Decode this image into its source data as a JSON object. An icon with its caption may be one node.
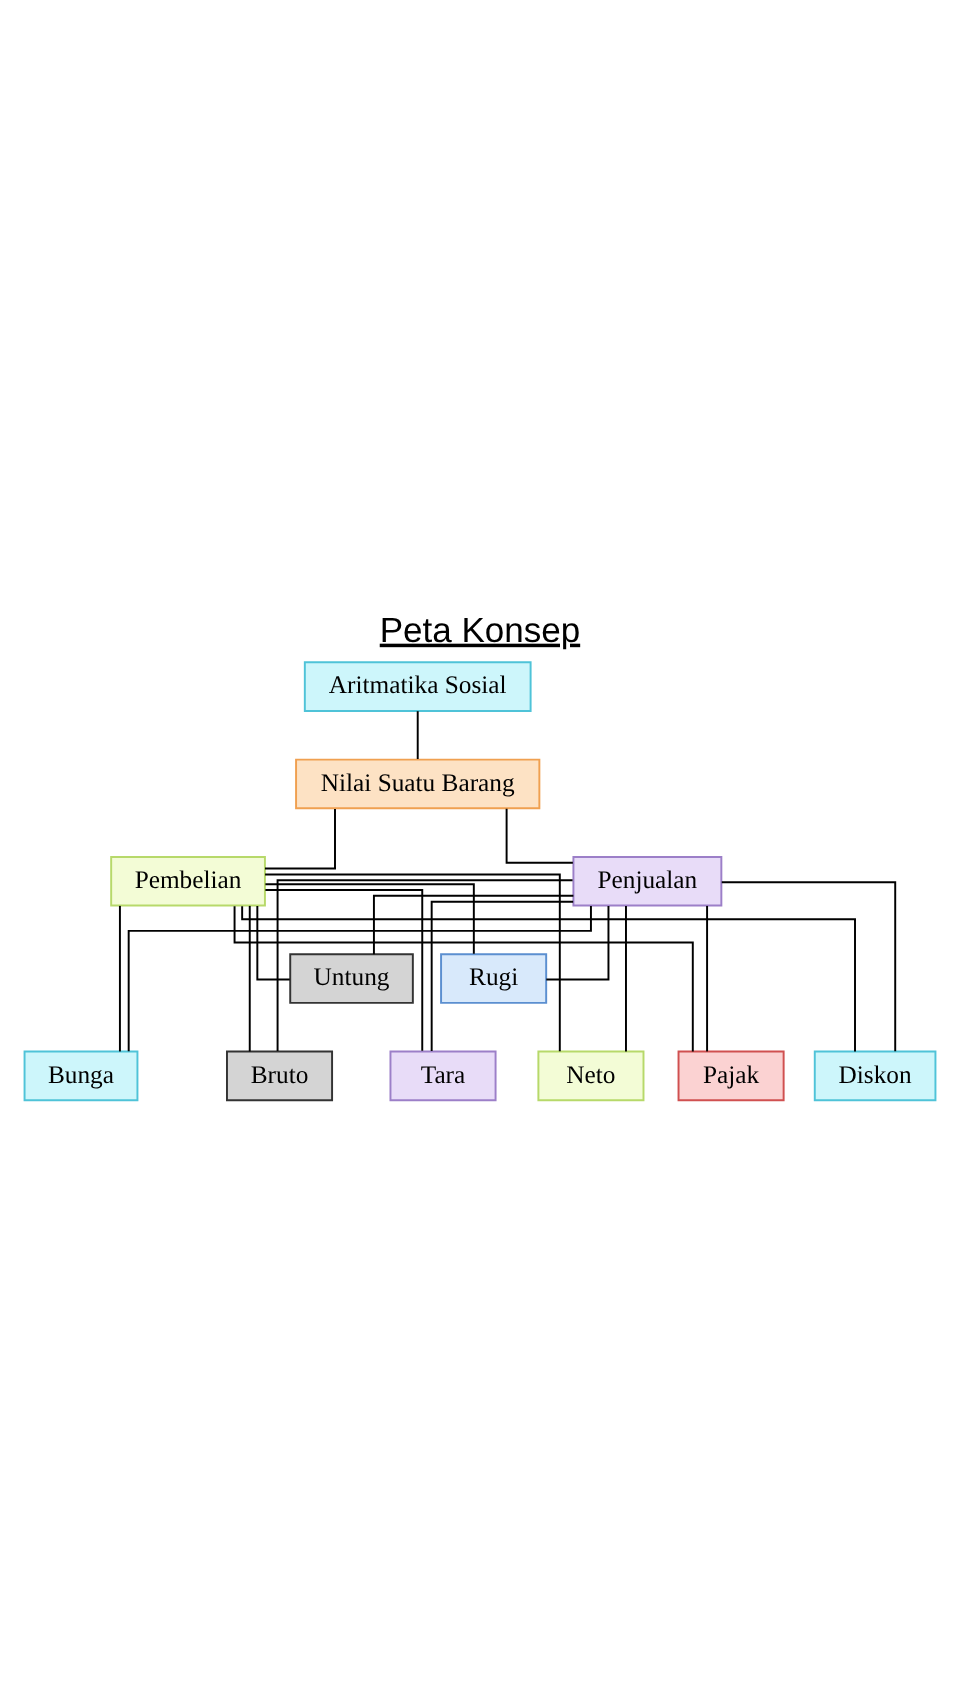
{
  "diagram": {
    "title": "Peta Konsep",
    "nodes": [
      {
        "text": [
          "Aritmatika Sosial"
        ]
      },
      {
        "text": [
          "Nilai Suatu Barang"
        ]
      },
      {
        "text": [
          "Pembelian"
        ]
      },
      {
        "text": [
          "Penjualan"
        ]
      },
      {
        "text": [
          "Untung"
        ]
      },
      {
        "text": [
          "Rugi"
        ]
      },
      {
        "text": [
          "Diskon"
        ]
      },
      {
        "text": [
          "Bruto"
        ]
      },
      {
        "text": [
          "Neto"
        ]
      },
      {
        "text": [
          "Tara"
        ]
      },
      {
        "text": [
          "Pajak"
        ]
      },
      {
        "text": [
          "Bunga"
        ]
      }
    ],
    "edges": [
      {
        "from": 0,
        "to": 1,
        "arrow": "none"
      },
      {
        "from": 1,
        "to": 2,
        "arrow": "none"
      },
      {
        "from": 1,
        "to": 3,
        "arrow": "none"
      },
      {
        "from": 2,
        "to": 4,
        "arrow": "none"
      },
      {
        "from": 3,
        "to": 4,
        "arrow": "none"
      },
      {
        "from": 2,
        "to": 5,
        "arrow": "none"
      },
      {
        "from": 3,
        "to": 5,
        "arrow": "none"
      },
      {
        "from": 2,
        "to": 6,
        "arrow": "none"
      },
      {
        "from": 3,
        "to": 6,
        "arrow": "none"
      },
      {
        "from": 2,
        "to": 7,
        "arrow": "none"
      },
      {
        "from": 3,
        "to": 7,
        "arrow": "none"
      },
      {
        "from": 2,
        "to": 8,
        "arrow": "none"
      },
      {
        "from": 3,
        "to": 8,
        "arrow": "none"
      },
      {
        "from": 2,
        "to": 9,
        "arrow": "none"
      },
      {
        "from": 3,
        "to": 9,
        "arrow": "none"
      },
      {
        "from": 2,
        "to": 10,
        "arrow": "none"
      },
      {
        "from": 3,
        "to": 10,
        "arrow": "none"
      },
      {
        "from": 2,
        "to": 11,
        "arrow": "none"
      },
      {
        "from": 3,
        "to": 11,
        "arrow": "none"
      }
    ]
  }
}
